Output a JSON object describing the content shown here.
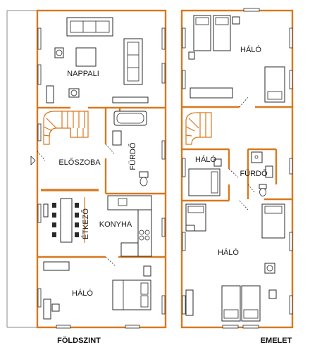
{
  "ground_floor": {
    "caption": "FÖLDSZINT",
    "rooms": {
      "living": "NAPPALI",
      "bathroom": "FÜRDŐ",
      "hall": "ELŐSZOBA",
      "dining": "ÉTKEZŐ",
      "kitchen": "KONYHA",
      "bedroom": "HÁLÓ"
    }
  },
  "upper_floor": {
    "caption": "EMELET",
    "rooms": {
      "bedroom_top": "HÁLÓ",
      "bedroom_small": "HÁLÓ",
      "bathroom": "FÜRDŐ",
      "bedroom_big": "HÁLÓ"
    }
  },
  "colors": {
    "wall": "#d8781e",
    "furniture": "#2a2a2a"
  }
}
